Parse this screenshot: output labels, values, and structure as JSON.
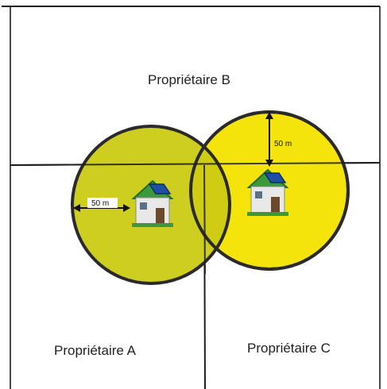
{
  "owners": {
    "a": "Propriétaire A",
    "b": "Propriétaire B",
    "c": "Propriétaire C"
  },
  "radius_labels": {
    "left_house": "50 m",
    "right_house": "50 m"
  },
  "colors": {
    "zone_a": "#cbcb14",
    "zone_c": "#f5e40c",
    "outline": "#2a2a2a",
    "roof": "#3a9a3a",
    "solar_panel": "#1f4fa0",
    "wall": "#e8e8e8"
  },
  "icons": {
    "left_house": "house-with-solar-panels-icon",
    "right_house": "house-with-solar-panels-icon"
  }
}
